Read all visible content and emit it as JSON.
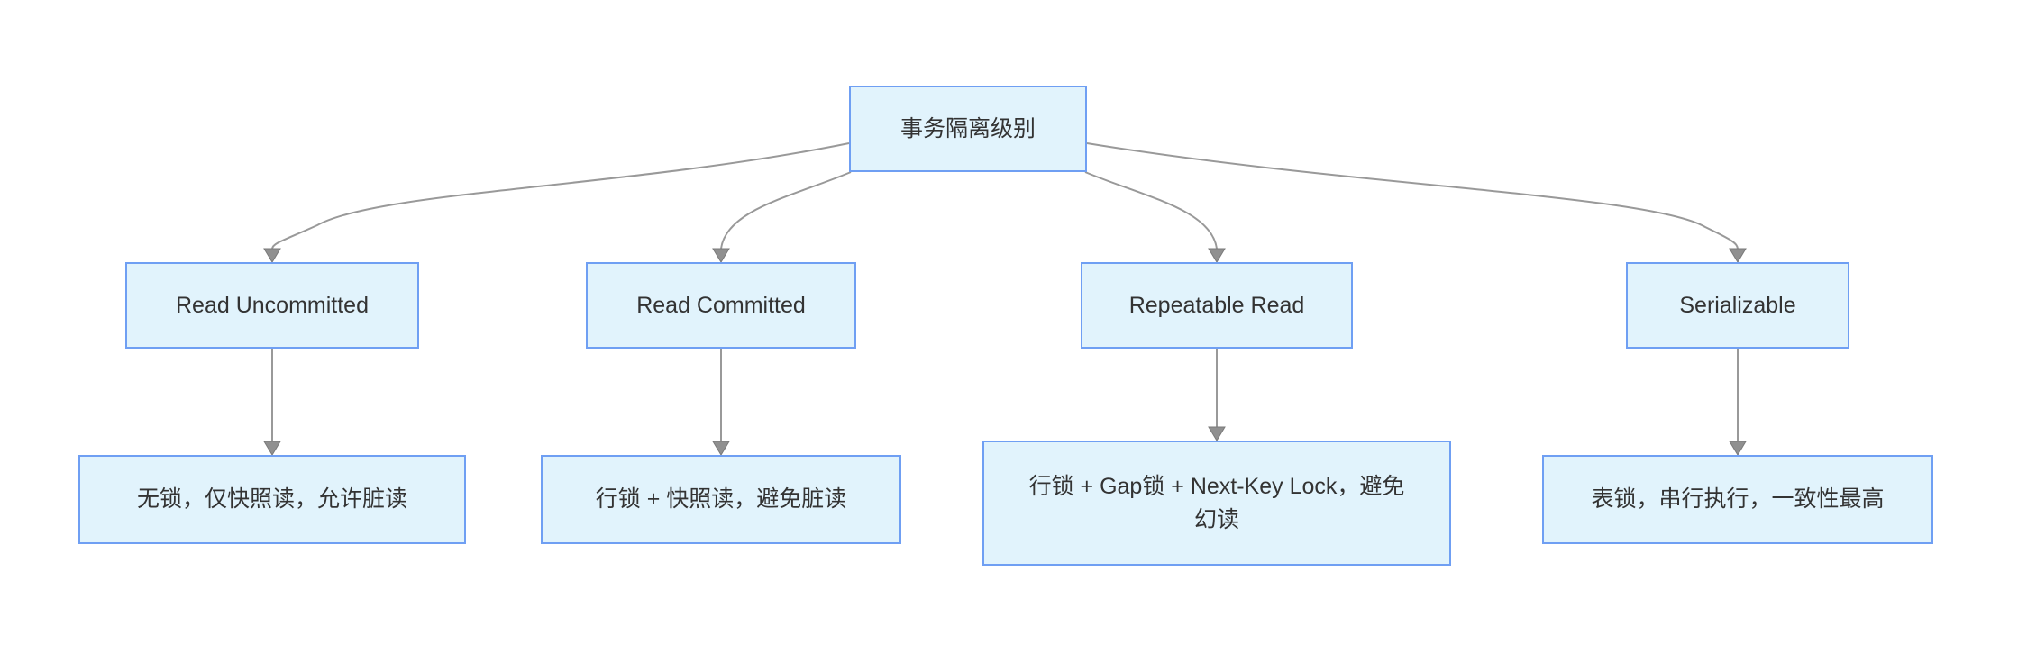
{
  "diagram": {
    "root": {
      "label": "事务隔离级别"
    },
    "levels": [
      {
        "id": "read-uncommitted",
        "label": "Read Uncommitted",
        "desc_lines": [
          "无锁，仅快照读，允许脏读"
        ]
      },
      {
        "id": "read-committed",
        "label": "Read Committed",
        "desc_lines": [
          "行锁 + 快照读，避免脏读"
        ]
      },
      {
        "id": "repeatable-read",
        "label": "Repeatable Read",
        "desc_lines": [
          "行锁 + Gap锁 + Next-Key Lock，避免",
          "幻读"
        ]
      },
      {
        "id": "serializable",
        "label": "Serializable",
        "desc_lines": [
          "表锁，串行执行，一致性最高"
        ]
      }
    ],
    "colors": {
      "background": "#ffffff",
      "node_fill": "#e1f3fc",
      "node_border": "#6f9ff3",
      "edge": "#999999",
      "arrow_fill": "#909090",
      "arrow_stroke": "#7a7a7a",
      "text": "#333333"
    }
  }
}
